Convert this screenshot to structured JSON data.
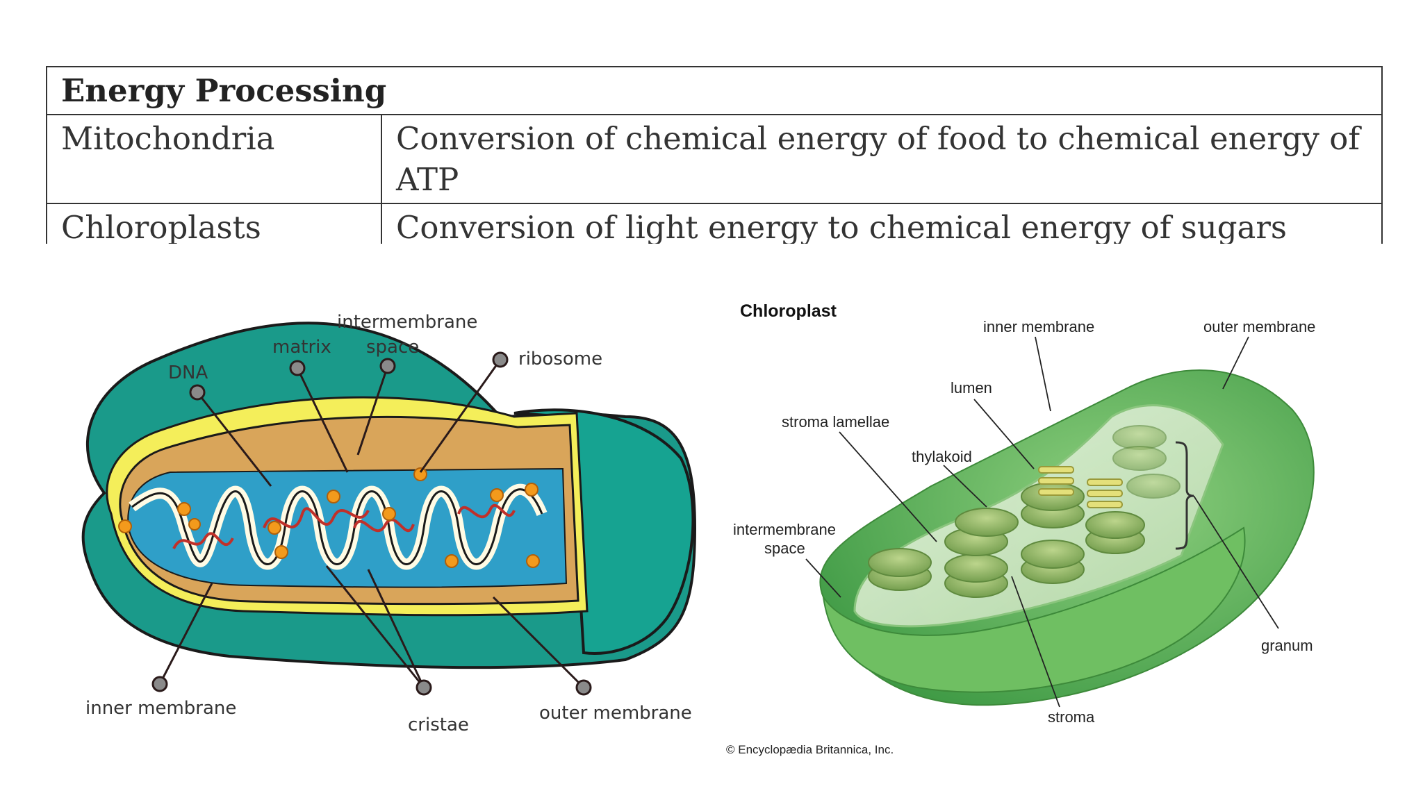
{
  "table": {
    "header": "Energy Processing",
    "rows": [
      {
        "organelle": "Mitochondria",
        "function": "Conversion of chemical energy of food to chemical energy of ATP"
      },
      {
        "organelle": "Chloroplasts",
        "function": "Conversion of light energy to chemical energy of sugars"
      }
    ]
  },
  "mitochondrion": {
    "labels": {
      "intermembrane_space_line1": "intermembrane",
      "intermembrane_space_line2": "space",
      "matrix": "matrix",
      "dna": "DNA",
      "ribosome": "ribosome",
      "inner_membrane": "inner membrane",
      "cristae": "cristae",
      "outer_membrane": "outer membrane"
    },
    "colors": {
      "outer": "#1a9a8a",
      "membrane": "#f4ee5a",
      "fold": "#d9a55a",
      "matrix": "#2f9fc8",
      "dna": "#c0302a",
      "ribosome": "#f39a1c"
    }
  },
  "chloroplast": {
    "title": "Chloroplast",
    "labels": {
      "inner_membrane": "inner membrane",
      "outer_membrane": "outer membrane",
      "lumen": "lumen",
      "stroma_lamellae": "stroma lamellae",
      "thylakoid": "thylakoid",
      "intermembrane_space_line1": "intermembrane",
      "intermembrane_space_line2": "space",
      "granum": "granum",
      "stroma": "stroma"
    },
    "copyright": "© Encyclopædia Britannica, Inc.",
    "colors": {
      "outer": "#5fb05a",
      "inner": "#b9dfb0",
      "granum": "#8fb36a",
      "lumen": "#e4e07a"
    }
  }
}
